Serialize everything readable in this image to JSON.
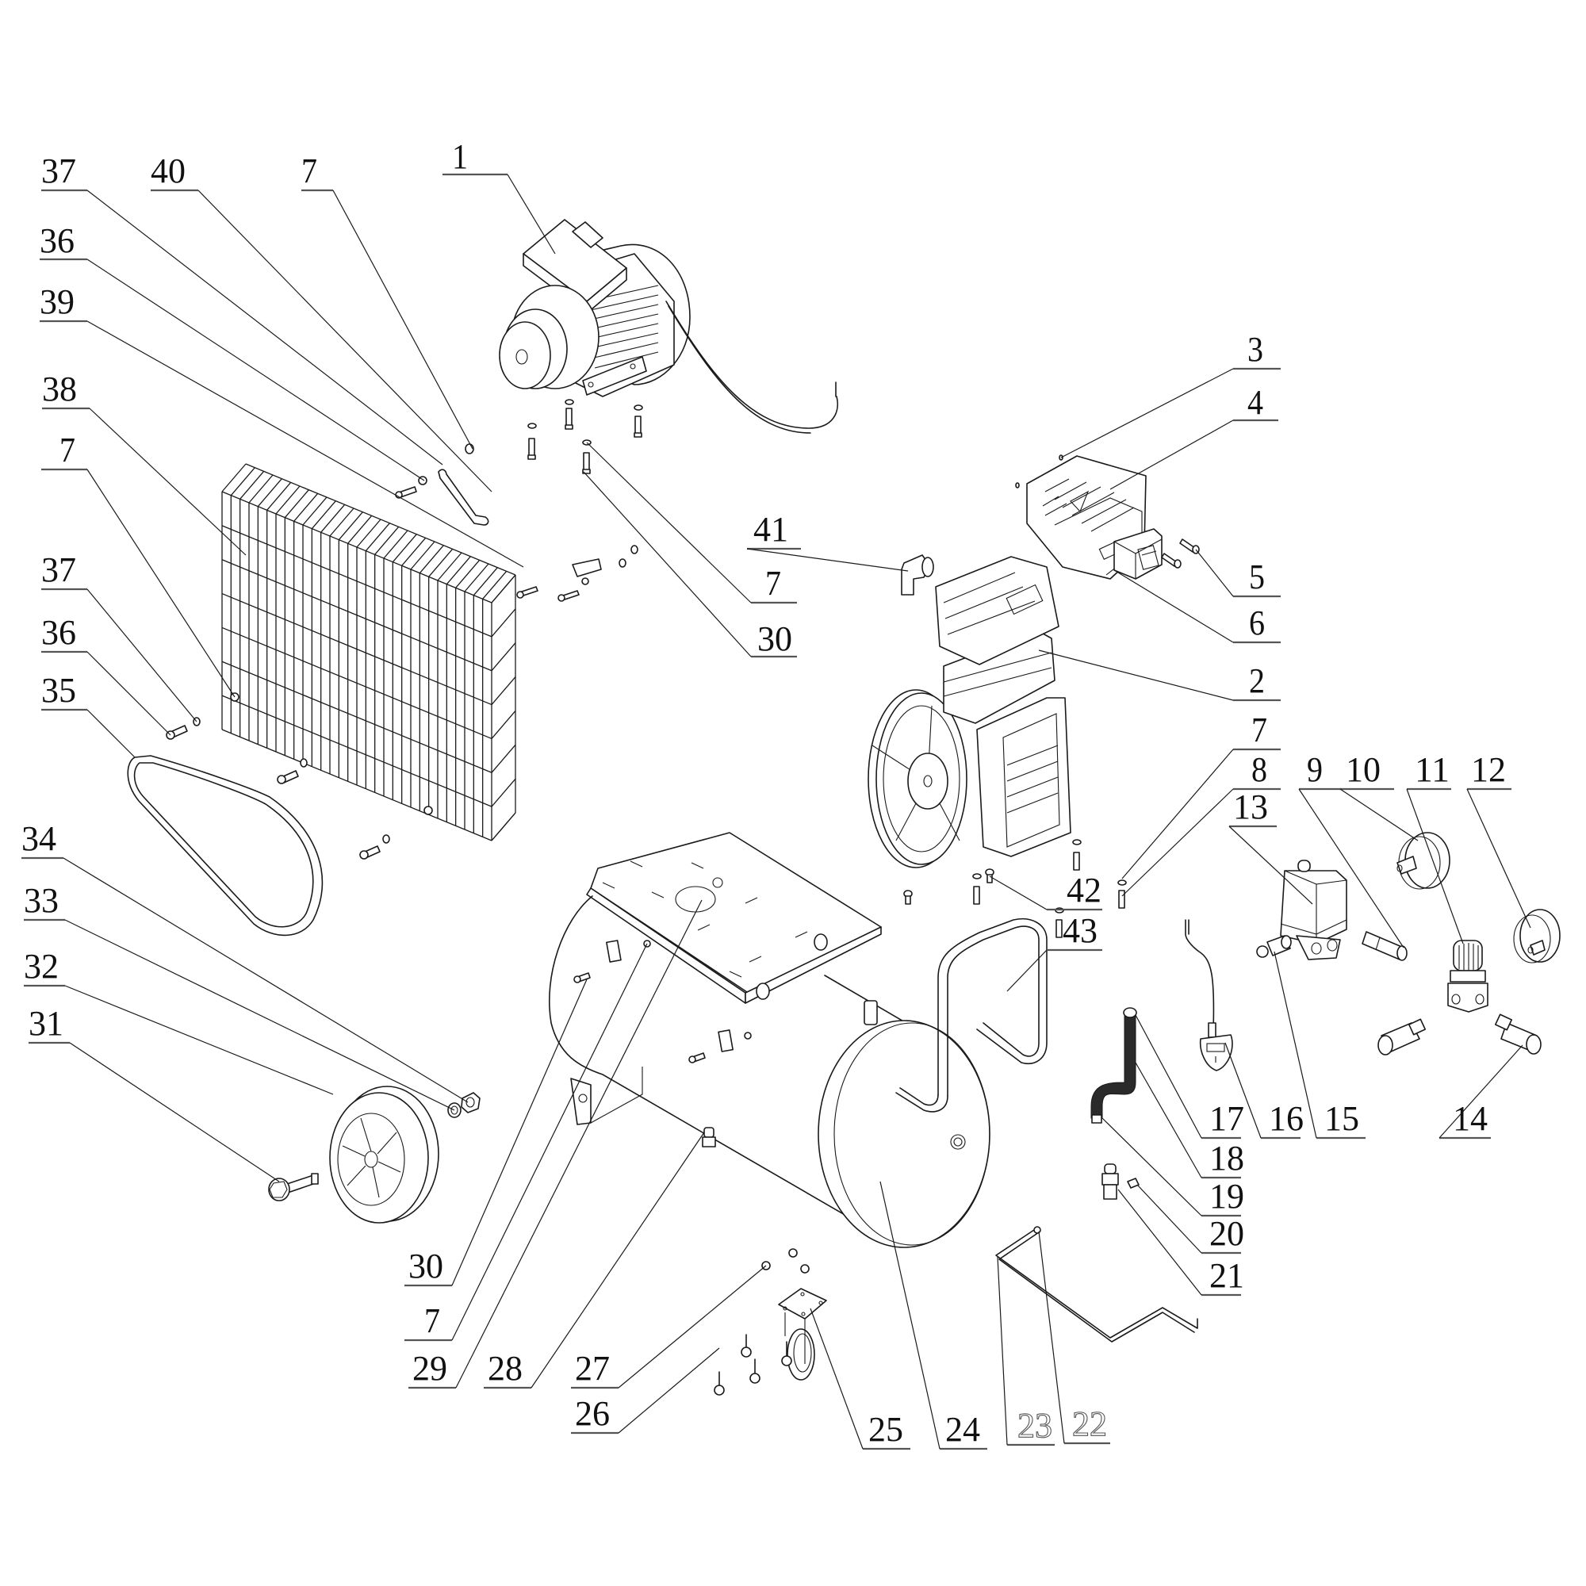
{
  "diagram": {
    "title": "Air compressor exploded parts diagram",
    "callouts": [
      {
        "id": "c37a",
        "label": "37"
      },
      {
        "id": "c40",
        "label": "40"
      },
      {
        "id": "c7a",
        "label": "7"
      },
      {
        "id": "c1",
        "label": "1"
      },
      {
        "id": "c36a",
        "label": "36"
      },
      {
        "id": "c39",
        "label": "39"
      },
      {
        "id": "c38",
        "label": "38"
      },
      {
        "id": "c7b",
        "label": "7"
      },
      {
        "id": "c37b",
        "label": "37"
      },
      {
        "id": "c36b",
        "label": "36"
      },
      {
        "id": "c35",
        "label": "35"
      },
      {
        "id": "c34",
        "label": "34"
      },
      {
        "id": "c33",
        "label": "33"
      },
      {
        "id": "c32",
        "label": "32"
      },
      {
        "id": "c31",
        "label": "31"
      },
      {
        "id": "c3",
        "label": "3"
      },
      {
        "id": "c4",
        "label": "4"
      },
      {
        "id": "c41",
        "label": "41"
      },
      {
        "id": "c7c",
        "label": "7"
      },
      {
        "id": "c5",
        "label": "5"
      },
      {
        "id": "c30a",
        "label": "30"
      },
      {
        "id": "c6",
        "label": "6"
      },
      {
        "id": "c2",
        "label": "2"
      },
      {
        "id": "c7d",
        "label": "7"
      },
      {
        "id": "c8",
        "label": "8"
      },
      {
        "id": "c9",
        "label": "9"
      },
      {
        "id": "c10",
        "label": "10"
      },
      {
        "id": "c11",
        "label": "11"
      },
      {
        "id": "c12",
        "label": "12"
      },
      {
        "id": "c13",
        "label": "13"
      },
      {
        "id": "c42",
        "label": "42"
      },
      {
        "id": "c43",
        "label": "43"
      },
      {
        "id": "c17",
        "label": "17"
      },
      {
        "id": "c16",
        "label": "16"
      },
      {
        "id": "c15",
        "label": "15"
      },
      {
        "id": "c14",
        "label": "14"
      },
      {
        "id": "c18",
        "label": "18"
      },
      {
        "id": "c19",
        "label": "19"
      },
      {
        "id": "c20",
        "label": "20"
      },
      {
        "id": "c21",
        "label": "21"
      },
      {
        "id": "c30b",
        "label": "30"
      },
      {
        "id": "c7e",
        "label": "7"
      },
      {
        "id": "c29",
        "label": "29"
      },
      {
        "id": "c28",
        "label": "28"
      },
      {
        "id": "c27",
        "label": "27"
      },
      {
        "id": "c26",
        "label": "26"
      },
      {
        "id": "c25",
        "label": "25"
      },
      {
        "id": "c24",
        "label": "24"
      },
      {
        "id": "c23",
        "label": "23",
        "style": "light"
      },
      {
        "id": "c22",
        "label": "22",
        "style": "light"
      }
    ],
    "parts": [
      {
        "name": "electric-motor"
      },
      {
        "name": "compressor-pump"
      },
      {
        "name": "cylinder-head-cover"
      },
      {
        "name": "air-filter"
      },
      {
        "name": "belt-guard-grille"
      },
      {
        "name": "drive-belt"
      },
      {
        "name": "wheel"
      },
      {
        "name": "air-tank"
      },
      {
        "name": "base-plate"
      },
      {
        "name": "handle"
      },
      {
        "name": "castor-wheel"
      },
      {
        "name": "pressure-switch"
      },
      {
        "name": "pressure-gauge"
      },
      {
        "name": "regulator"
      },
      {
        "name": "quick-coupler"
      },
      {
        "name": "power-plug"
      },
      {
        "name": "flexible-hose"
      },
      {
        "name": "delivery-pipe"
      }
    ]
  }
}
